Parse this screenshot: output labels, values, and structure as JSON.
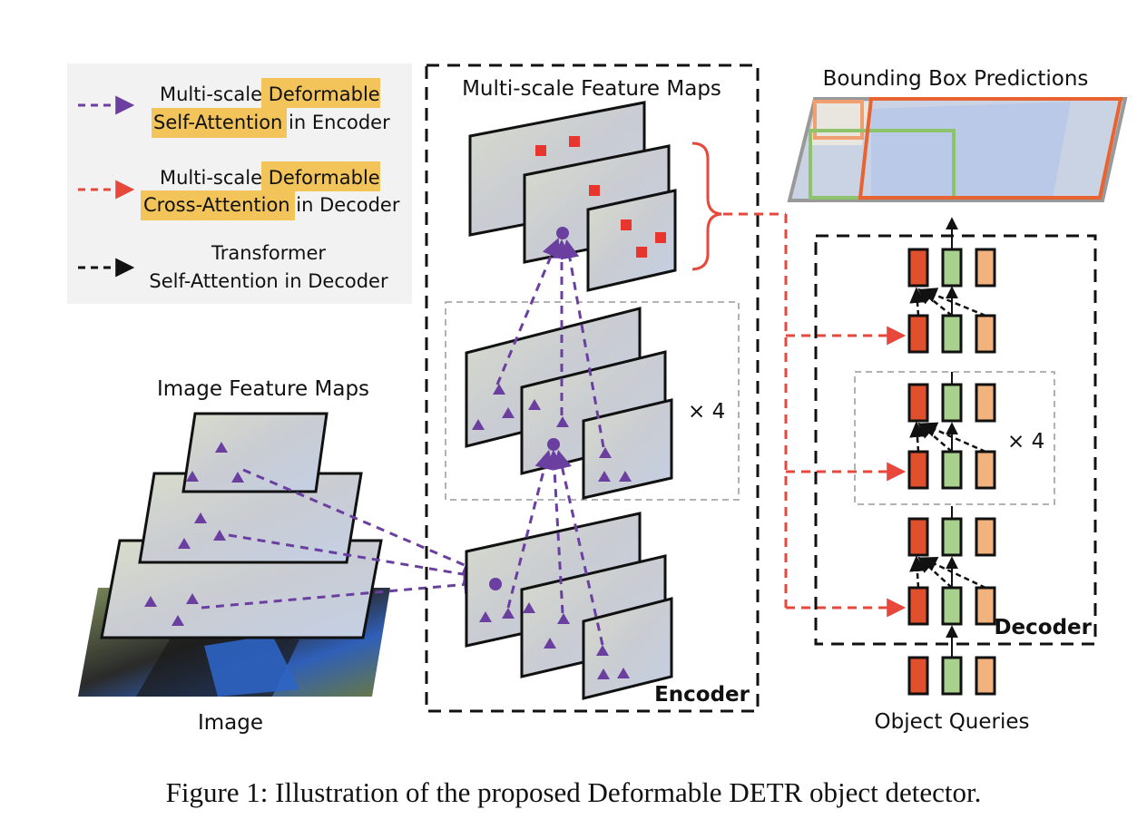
{
  "legend": {
    "deformable_self": {
      "prefix": "Multi-scale ",
      "highlight1": "Deformable",
      "highlight2": "Self-Attention",
      "suffix": " in Encoder",
      "color": "#6b3fa0"
    },
    "deformable_cross": {
      "prefix": "Multi-scale ",
      "highlight1": "Deformable",
      "highlight2": "Cross-Attention",
      "suffix": " in Decoder",
      "color": "#e8483c"
    },
    "transformer_self": {
      "line1": "Transformer",
      "line2": "Self-Attention in Decoder",
      "color": "#111111"
    },
    "highlight_color": "#f2c45a"
  },
  "labels": {
    "multiscale_feature_maps": "Multi-scale Feature Maps",
    "bounding_box_predictions": "Bounding Box Predictions",
    "image_feature_maps": "Image Feature Maps",
    "image": "Image",
    "encoder": "Encoder",
    "decoder": "Decoder",
    "object_queries": "Object Queries",
    "times4_encoder": "× 4",
    "times4_decoder": "× 4"
  },
  "caption": "Figure 1: Illustration of the proposed Deformable DETR object detector.",
  "colors": {
    "query_red": "#e0502c",
    "query_green": "#a9d18e",
    "query_orange": "#f2b27e",
    "box_red": "#e8632f",
    "box_green": "#8cc36b",
    "box_orange": "#f0a070",
    "marker_purple": "#6b3fa0",
    "marker_red": "#e8362f"
  }
}
